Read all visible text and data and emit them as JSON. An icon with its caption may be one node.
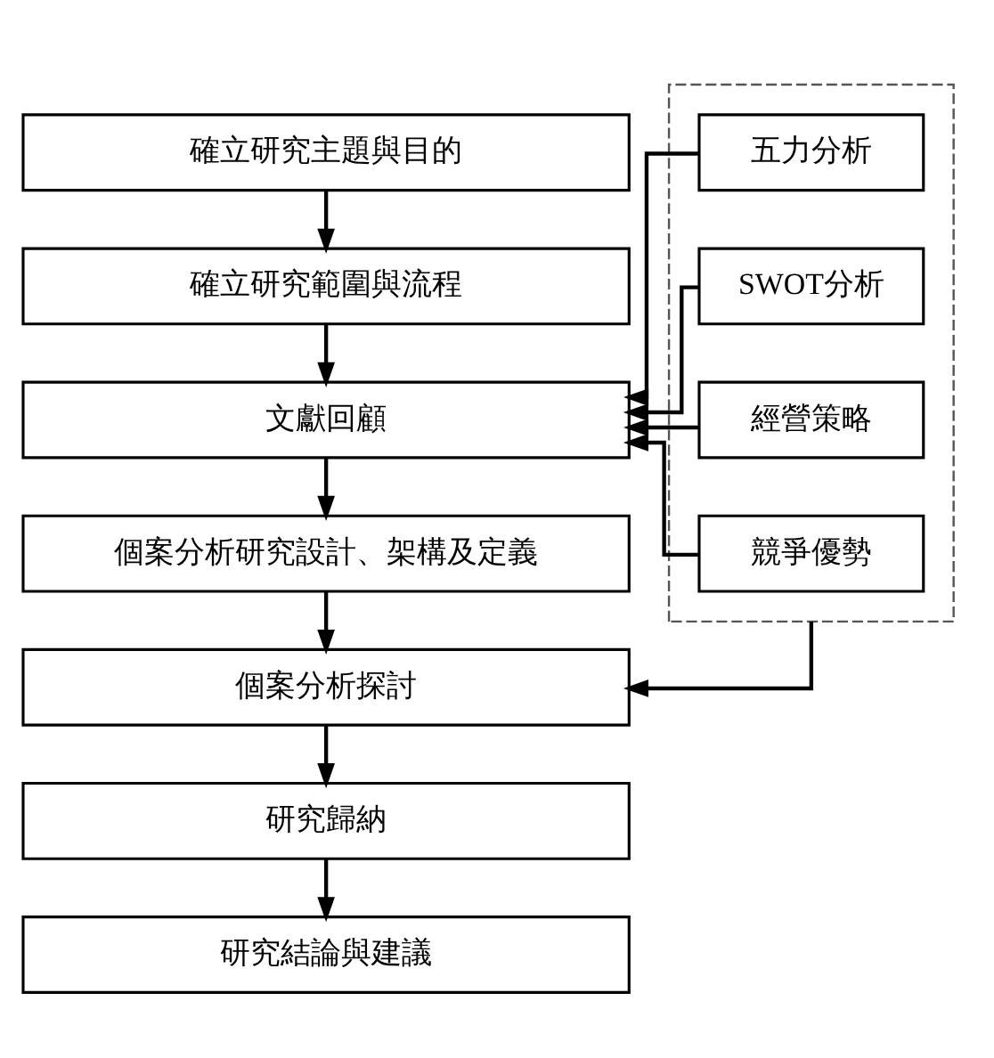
{
  "diagram": {
    "nodes": [
      {
        "text": [
          "確立研究主題與目的"
        ]
      },
      {
        "text": [
          "確立研究範圍與流程"
        ]
      },
      {
        "text": [
          "文獻回顧"
        ]
      },
      {
        "text": [
          "個案分析研究設計、架構及定義"
        ]
      },
      {
        "text": [
          "個案分析探討"
        ]
      },
      {
        "text": [
          "研究歸納"
        ]
      },
      {
        "text": [
          "研究結論與建議"
        ]
      },
      {
        "text": [],
        "shape": "box"
      },
      {
        "text": [
          "五力分析"
        ],
        "in": 7
      },
      {
        "text": [
          "SWOT分析"
        ],
        "in": 7
      },
      {
        "text": [
          "經營策略"
        ],
        "in": 7
      },
      {
        "text": [
          "競爭優勢"
        ],
        "in": 7
      }
    ],
    "edges": [
      {
        "from": 0,
        "to": 1,
        "arrow": "to"
      },
      {
        "from": 1,
        "to": 2,
        "arrow": "to"
      },
      {
        "from": 2,
        "to": 3,
        "arrow": "to"
      },
      {
        "from": 3,
        "to": 4,
        "arrow": "to"
      },
      {
        "from": 4,
        "to": 5,
        "arrow": "to"
      },
      {
        "from": 5,
        "to": 6,
        "arrow": "to"
      },
      {
        "from": 8,
        "to": 2,
        "arrow": "to"
      },
      {
        "from": 9,
        "to": 2,
        "arrow": "to"
      },
      {
        "from": 10,
        "to": 2,
        "arrow": "to"
      },
      {
        "from": 11,
        "to": 2,
        "arrow": "to"
      },
      {
        "from": 7,
        "to": 4,
        "arrow": "to"
      }
    ]
  }
}
